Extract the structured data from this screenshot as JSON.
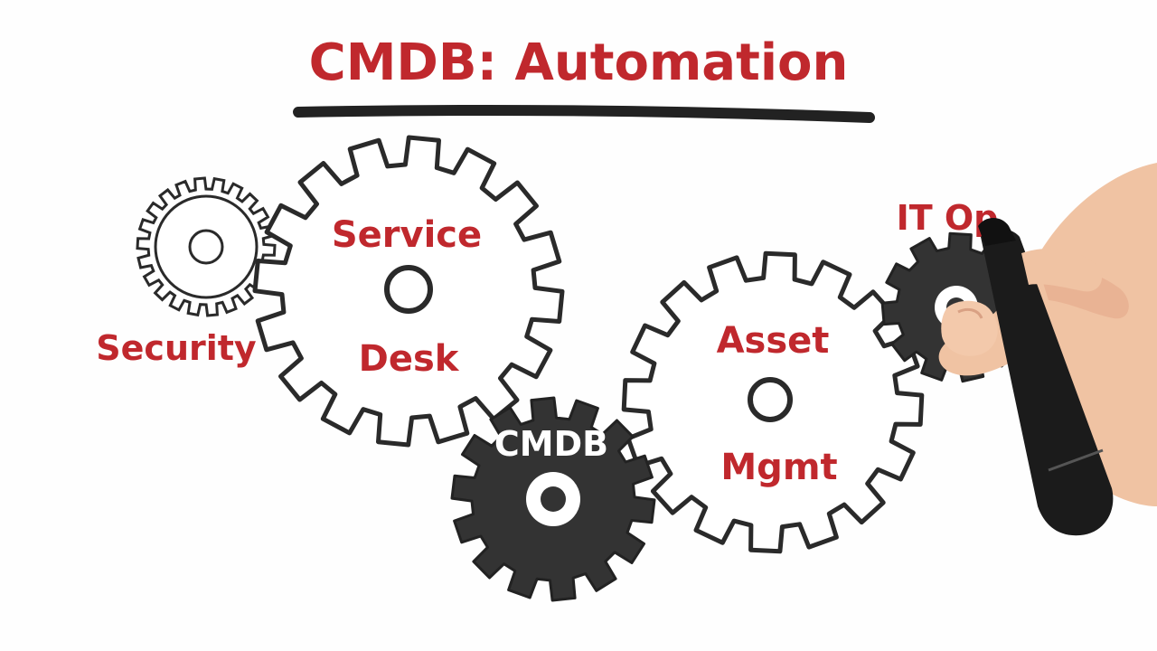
{
  "title": "CMDB: Automation",
  "colors": {
    "ink": "#2a2a2a",
    "label": "#c0282d",
    "gear_fill_light": "#ffffff",
    "gear_fill_dark": "#333333",
    "skin": "#f2c6a8",
    "marker": "#1b1b1b"
  },
  "gears": [
    {
      "id": "security",
      "label_lines": [
        "Security"
      ],
      "style": "double-outline"
    },
    {
      "id": "service-desk",
      "label_lines": [
        "Service",
        "Desk"
      ],
      "style": "outline"
    },
    {
      "id": "cmdb",
      "label_lines": [
        "CMDB"
      ],
      "style": "filled"
    },
    {
      "id": "asset-mgmt",
      "label_lines": [
        "Asset",
        "Mgmt"
      ],
      "style": "outline"
    },
    {
      "id": "it-ops",
      "label_lines": [
        "IT Op"
      ],
      "style": "filled-partial"
    }
  ],
  "icons": {
    "hand": "hand-holding-marker-icon"
  }
}
